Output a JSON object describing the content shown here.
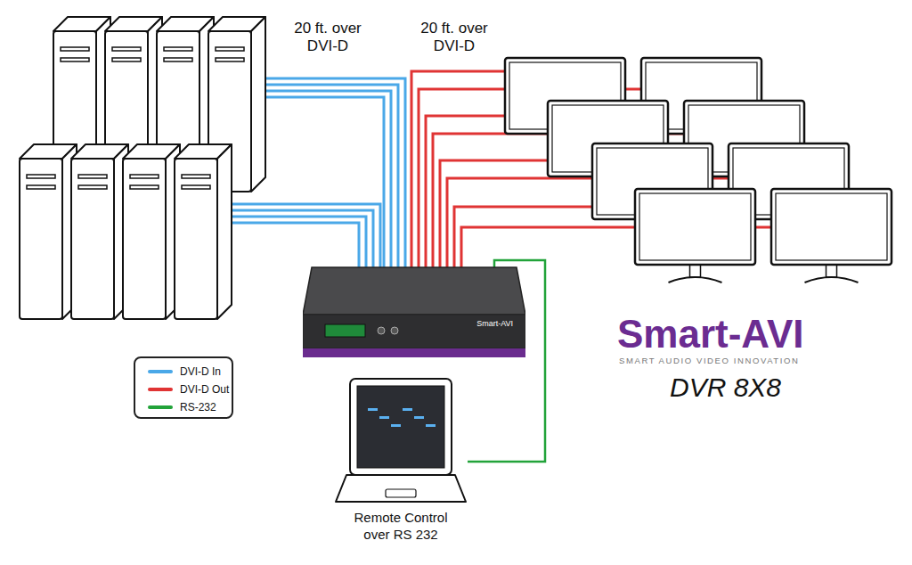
{
  "diagram": {
    "nodes": [
      {
        "text": [
          "Smart-AVI"
        ]
      },
      {
        "text": [
          "Remote Control over RS 232"
        ]
      }
    ],
    "edges": [
      {
        "from": 1,
        "to": 0,
        "arrow": "none"
      }
    ],
    "labels": [
      "20 ft. over DVI-D",
      "20 ft. over DVI-D",
      "Smart-AVI",
      "SMART AUDIO VIDEO INNOVATION",
      "DVR 8X8"
    ],
    "legend": [
      {
        "text": "DVI-D In",
        "color": "#4aa8e8"
      },
      {
        "text": "DVI-D Out",
        "color": "#e03434"
      },
      {
        "text": "RS-232",
        "color": "#22a33a"
      }
    ]
  }
}
